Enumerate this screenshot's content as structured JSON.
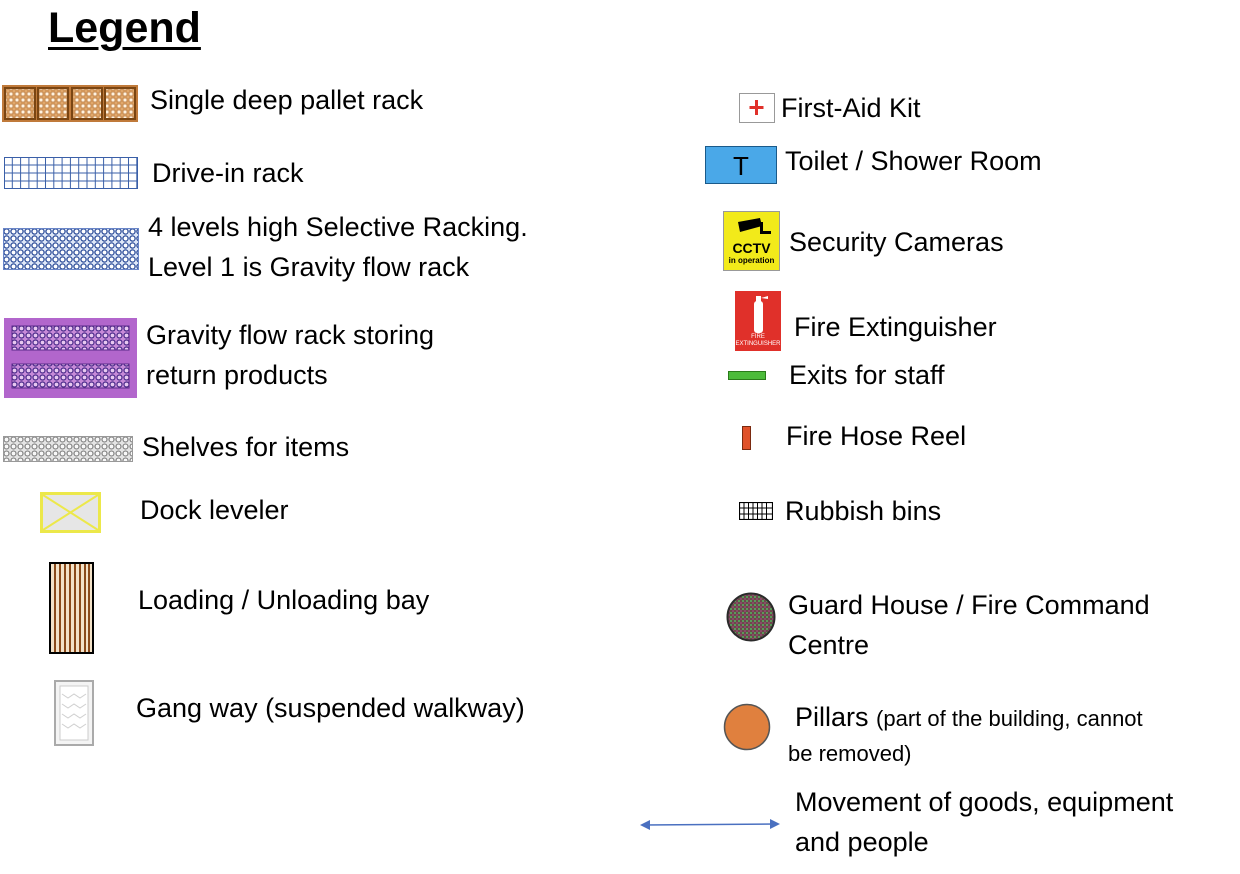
{
  "title": "Legend",
  "left_items": [
    {
      "key": "single-deep-pallet-rack",
      "icon": "pallet-rack-icon",
      "lines": [
        "Single deep pallet rack"
      ]
    },
    {
      "key": "drive-in-rack",
      "icon": "drive-in-rack-icon",
      "lines": [
        "Drive-in rack"
      ]
    },
    {
      "key": "selective-racking",
      "icon": "selective-racking-icon",
      "lines": [
        "4 levels high Selective Racking.",
        "Level 1 is Gravity flow rack"
      ]
    },
    {
      "key": "gravity-flow-rack",
      "icon": "gravity-flow-rack-icon",
      "lines": [
        "Gravity flow rack storing",
        "return products"
      ]
    },
    {
      "key": "shelves",
      "icon": "shelves-icon",
      "lines": [
        "Shelves for items"
      ]
    },
    {
      "key": "dock-leveler",
      "icon": "dock-leveler-icon",
      "lines": [
        "Dock leveler"
      ]
    },
    {
      "key": "loading-bay",
      "icon": "loading-bay-icon",
      "lines": [
        "Loading / Unloading bay"
      ]
    },
    {
      "key": "gang-way",
      "icon": "gang-way-icon",
      "lines": [
        "Gang way (suspended walkway)"
      ]
    }
  ],
  "right_items": [
    {
      "key": "first-aid-kit",
      "icon": "first-aid-icon",
      "lines": [
        "First-Aid Kit"
      ]
    },
    {
      "key": "toilet",
      "icon": "toilet-icon",
      "icon_text": "T",
      "lines": [
        "Toilet / Shower Room"
      ]
    },
    {
      "key": "security-cameras",
      "icon": "cctv-icon",
      "icon_text": [
        "CCTV",
        "in operation"
      ],
      "lines": [
        "Security Cameras"
      ]
    },
    {
      "key": "fire-extinguisher",
      "icon": "fire-extinguisher-icon",
      "icon_text": [
        "FIRE",
        "EXTINGUISHER"
      ],
      "lines": [
        "Fire Extinguisher"
      ]
    },
    {
      "key": "exits",
      "icon": "exit-icon",
      "lines": [
        "Exits for staff"
      ]
    },
    {
      "key": "fire-hose-reel",
      "icon": "fire-hose-reel-icon",
      "lines": [
        "Fire Hose Reel"
      ]
    },
    {
      "key": "rubbish-bins",
      "icon": "rubbish-bin-icon",
      "lines": [
        "Rubbish bins"
      ]
    },
    {
      "key": "guard-house",
      "icon": "guard-house-icon",
      "lines": [
        "Guard House / Fire Command",
        "Centre"
      ]
    },
    {
      "key": "pillars",
      "icon": "pillar-icon",
      "lines": [
        "Pillars",
        "(part of the building, cannot",
        "be removed)"
      ]
    },
    {
      "key": "movement",
      "icon": "double-arrow-icon",
      "lines": [
        "Movement of goods, equipment",
        "and people"
      ]
    }
  ],
  "colors": {
    "pallet_rack": "#c07a3a",
    "drive_in": "#3a5fa8",
    "selective": "#2f4f9a",
    "gravity_purple": "#b266cc",
    "toilet_blue": "#4aa8e8",
    "cctv_yellow": "#f2ea1a",
    "fire_red": "#e0302a",
    "exit_green": "#4cbb3a",
    "hose_red": "#e0522a",
    "pillar_orange": "#e0803e",
    "arrow_blue": "#4a70c0"
  }
}
